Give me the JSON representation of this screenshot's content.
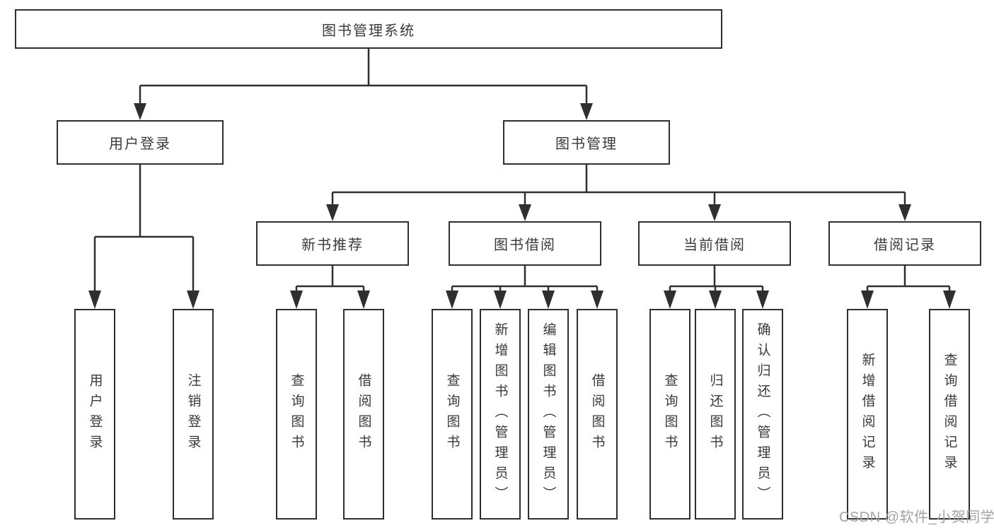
{
  "colors": {
    "line": "#2f2f2f",
    "text": "#3a3a3a",
    "box_background": "#ffffff",
    "page_background": "#ffffff",
    "watermark": "#a3a3a3"
  },
  "tree": {
    "root": {
      "label": "图书管理系统"
    },
    "branches": [
      {
        "label": "用户登录",
        "children": [
          {
            "label": "用户登录"
          },
          {
            "label": "注销登录"
          }
        ]
      },
      {
        "label": "图书管理",
        "children": [
          {
            "label": "新书推荐",
            "children": [
              {
                "label": "查询图书"
              },
              {
                "label": "借阅图书"
              }
            ]
          },
          {
            "label": "图书借阅",
            "children": [
              {
                "label": "查询图书"
              },
              {
                "label": "新增图书（管理员）"
              },
              {
                "label": "编辑图书（管理员）"
              },
              {
                "label": "借阅图书"
              }
            ]
          },
          {
            "label": "当前借阅",
            "children": [
              {
                "label": "查询图书"
              },
              {
                "label": "归还图书"
              },
              {
                "label": "确认归还（管理员）"
              }
            ]
          },
          {
            "label": "借阅记录",
            "children": [
              {
                "label": "新增借阅记录"
              },
              {
                "label": "查询借阅记录"
              }
            ]
          }
        ]
      }
    ]
  },
  "watermark": {
    "text": "CSDN @软件_小贺同学"
  }
}
